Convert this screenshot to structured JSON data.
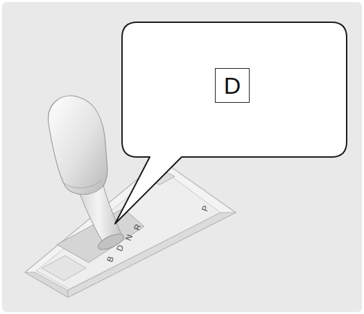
{
  "diagram": {
    "nodes": [
      {
        "text": [
          "D"
        ]
      }
    ],
    "labels": [
      "P",
      "R",
      "N",
      "D",
      "B"
    ]
  }
}
